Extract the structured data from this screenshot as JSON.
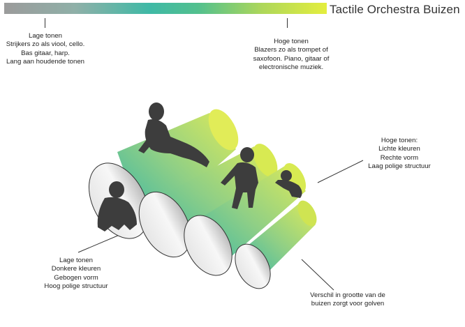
{
  "title": "Tactile Orchestra Buizen",
  "gradient": {
    "from": "#9b9b9b",
    "to": "#e4ee3e"
  },
  "colors": {
    "tube_dark": "#2fb3ab",
    "tube_light": "#d8ea52",
    "figure": "#3d3d3d"
  },
  "notes": {
    "low_top": [
      "Lage tonen",
      "Strijkers zo als viool, cello.",
      "Bas gitaar, harp.",
      "Lang aan houdende tonen"
    ],
    "high_top": [
      "Hoge tonen",
      "Blazers zo als trompet of",
      "saxofoon. Piano, gitaar of",
      "electronische muziek."
    ],
    "high_right": [
      "Hoge tonen:",
      "Lichte kleuren",
      "Rechte vorm",
      "Laag polige structuur"
    ],
    "low_bottom": [
      "Lage tonen",
      "Donkere kleuren",
      "Gebogen vorm",
      "Hoog polige structuur"
    ],
    "size_bottom": [
      "Verschil in grootte van de",
      "buizen zorgt voor golven"
    ]
  }
}
